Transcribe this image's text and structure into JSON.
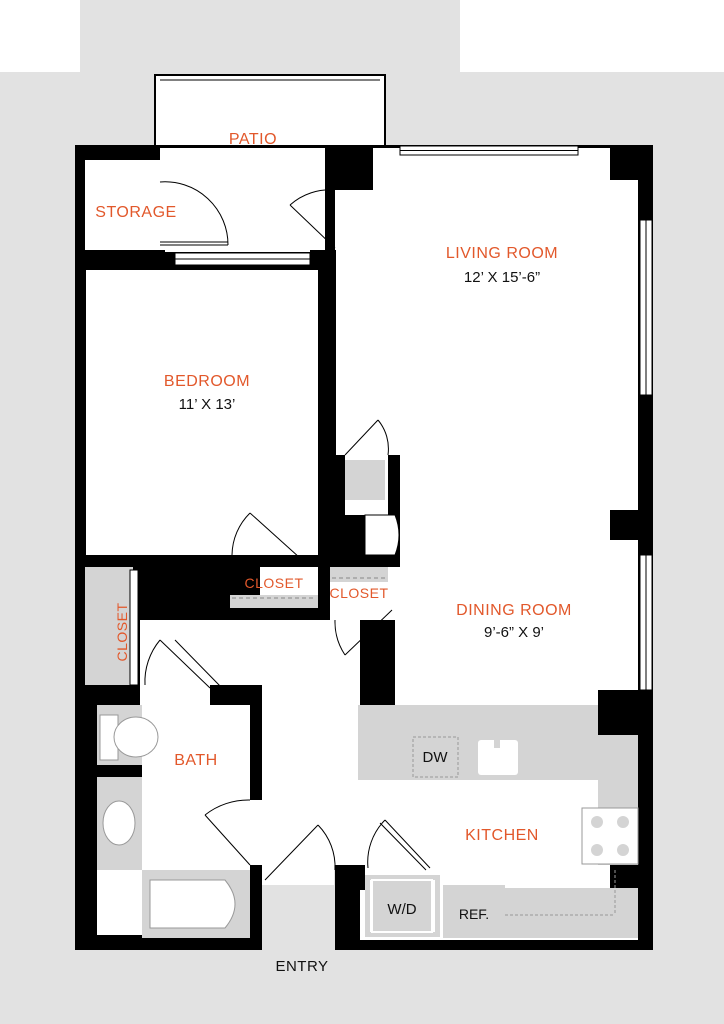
{
  "colors": {
    "wall": "#000000",
    "floor": "#ffffff",
    "surround": "#e2e2e2",
    "fixture": "#d4d4d4",
    "label_accent": "#e2582b"
  },
  "rooms": {
    "patio": "PATIO",
    "storage": "STORAGE",
    "living_room": {
      "name": "LIVING ROOM",
      "dims": "12’ X 15’-6”"
    },
    "bedroom": {
      "name": "BEDROOM",
      "dims": "11’ X 13’"
    },
    "bedroom_closet": "CLOSET",
    "center_closet": "CLOSET",
    "side_closet": "CLOSET",
    "dining_room": {
      "name": "DINING ROOM",
      "dims": "9’-6” X 9’"
    },
    "bath": "BATH",
    "kitchen": "KITCHEN"
  },
  "fixtures": {
    "dishwasher": "DW",
    "washer_dryer": "W/D",
    "refrigerator": "REF."
  },
  "entry": "ENTRY"
}
